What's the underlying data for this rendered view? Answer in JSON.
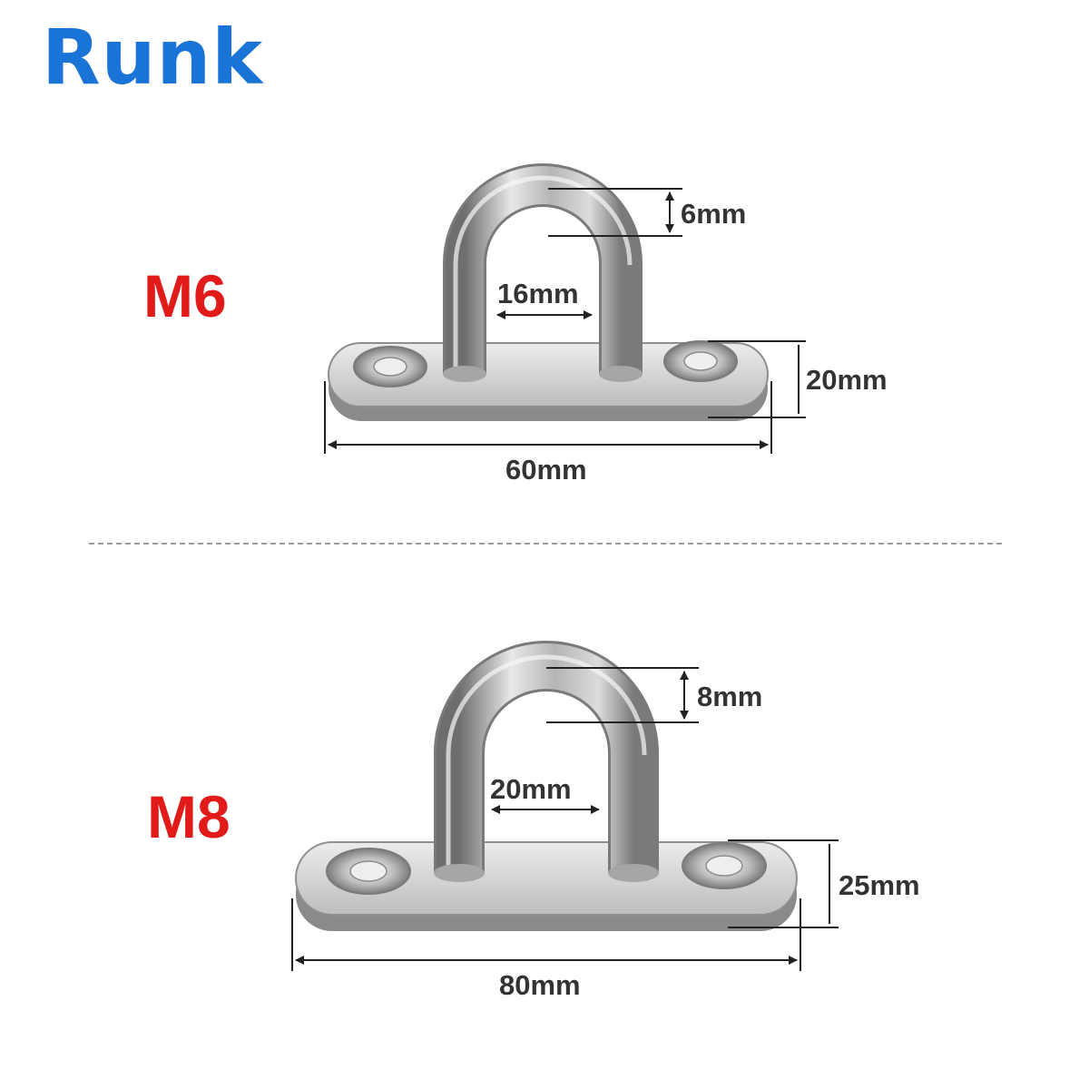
{
  "brand": {
    "name": "Runk",
    "color": "#1a73d6"
  },
  "model_color": "#e11a1a",
  "products": [
    {
      "model": "M6",
      "dimensions": {
        "wire_thickness": "6mm",
        "inner_width": "16mm",
        "base_width": "20mm",
        "base_length": "60mm"
      }
    },
    {
      "model": "M8",
      "dimensions": {
        "wire_thickness": "8mm",
        "inner_width": "20mm",
        "base_width": "25mm",
        "base_length": "80mm"
      }
    }
  ]
}
